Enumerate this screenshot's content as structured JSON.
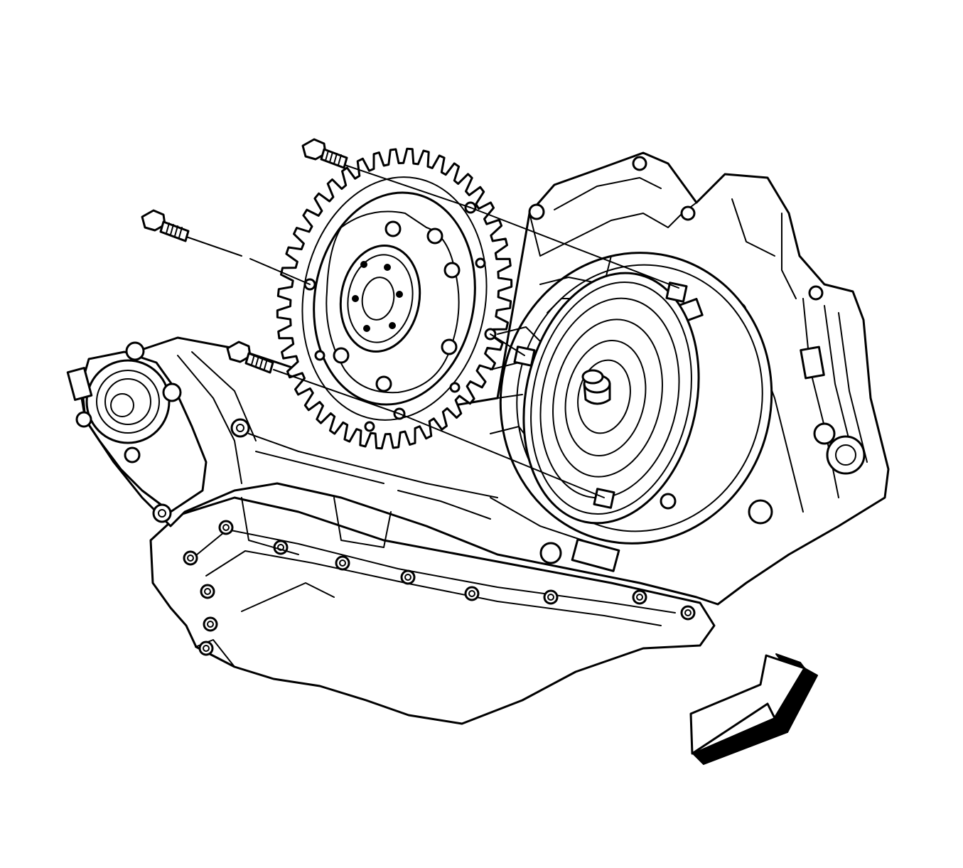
{
  "diagram": {
    "subject": "flywheel-to-torque-converter-installation",
    "parts": [
      "transaxle-case",
      "oil-pan",
      "flywheel-ring-gear",
      "torque-converter",
      "flywheel-bolt",
      "view-direction-arrow"
    ],
    "colors": {
      "line": "#000000",
      "background": "#ffffff"
    }
  }
}
